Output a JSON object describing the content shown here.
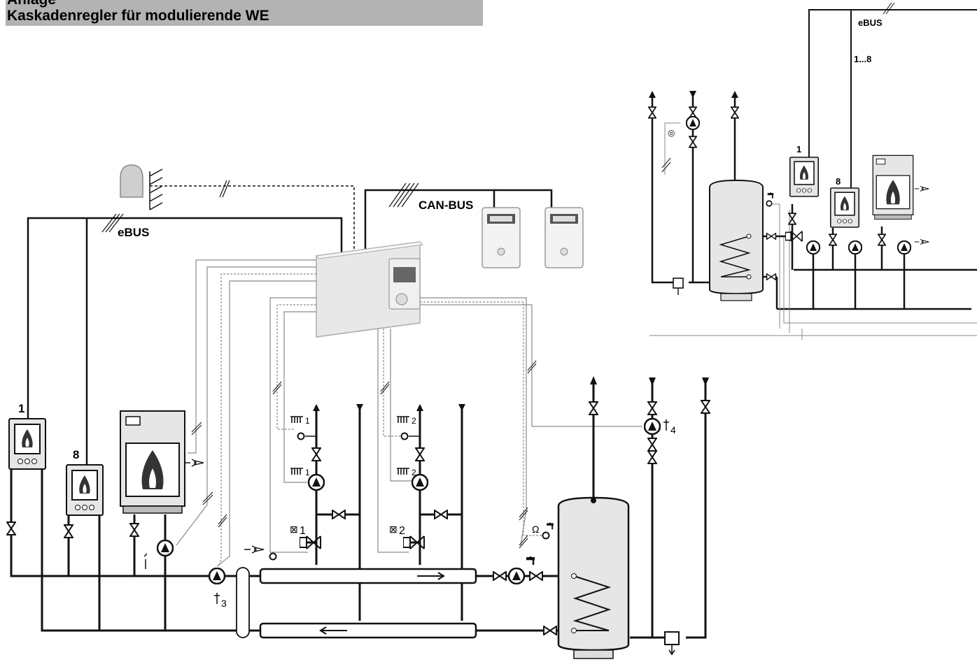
{
  "header": {
    "line1": "Anlage",
    "line2": "Kaskadenregler für modulierende WE"
  },
  "labels": {
    "ebus_main": "eBUS",
    "canbus": "CAN-BUS",
    "ebus_inset": "eBUS",
    "range_inset": "1...8",
    "boiler_1": "1",
    "boiler_8": "8",
    "inset_boiler_1": "1",
    "inset_boiler_8": "8",
    "circuit_1": "1",
    "circuit_2": "2",
    "pump_3": "3",
    "pump_4": "4"
  },
  "colors": {
    "pipe": "#111111",
    "wire": "#8a8a8a",
    "device": "#e6e6e6",
    "header_bg": "#b3b3b3"
  }
}
